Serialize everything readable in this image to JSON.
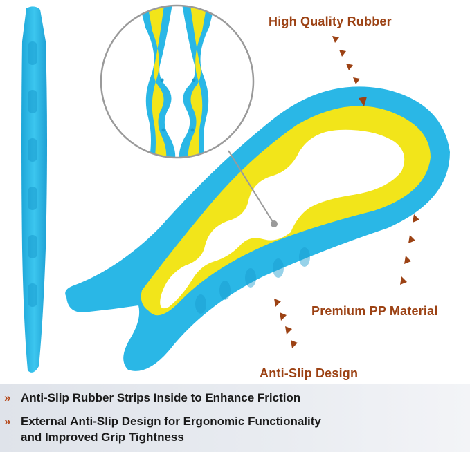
{
  "labels": {
    "rubber": "High Quality Rubber",
    "pp": "Premium PP Material",
    "antislip": "Anti-Slip Design"
  },
  "features": [
    {
      "chevron": "»",
      "text": "Anti-Slip Rubber Strips Inside to Enhance Friction"
    },
    {
      "chevron": "»",
      "text": "External Anti-Slip Design for Ergonomic Functionality",
      "text2": "and Improved Grip Tightness"
    }
  ],
  "colors": {
    "blue": "#29b6e4",
    "yellow": "#f2e51a",
    "label": "#9c4214",
    "arrow": "#9c4214"
  }
}
